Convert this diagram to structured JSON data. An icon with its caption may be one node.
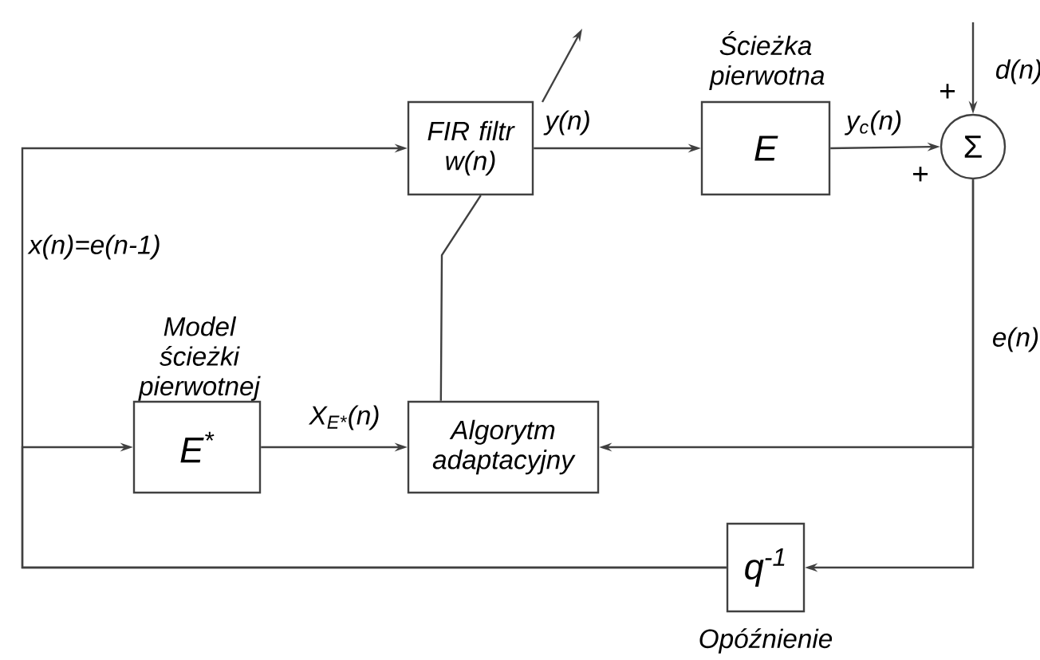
{
  "diagram": {
    "nodes": [
      {
        "text": [
          "FIR filtr w(n)"
        ]
      },
      {
        "text": [
          "E"
        ],
        "beside": [
          "Ścieżka pierwotna"
        ]
      },
      {
        "text": [
          "Σ"
        ]
      },
      {
        "text": [
          "E$^{*}$"
        ],
        "beside": [
          "Model ścieżki pierwotnej"
        ]
      },
      {
        "text": [
          "Algorytm adaptacyjny"
        ]
      },
      {
        "text": [
          "q$^{-1}$"
        ],
        "beside": [
          "Opóźnienie"
        ]
      }
    ],
    "edges": [
      {
        "from": 0,
        "to": 1,
        "arrow": "to",
        "label": "y(n)"
      },
      {
        "from": 1,
        "to": 2,
        "arrow": "to",
        "label": "y$_{c}$(n)"
      },
      {
        "from": null,
        "to": 2,
        "arrow": "to",
        "label": "d(n)"
      },
      {
        "from": 2,
        "to": 4,
        "arrow": "to",
        "label": "e(n)"
      },
      {
        "from": 2,
        "to": 5,
        "arrow": "to"
      },
      {
        "from": 5,
        "to": 0,
        "arrow": "to"
      },
      {
        "from": 5,
        "to": 3,
        "arrow": "to"
      },
      {
        "from": 3,
        "to": 4,
        "arrow": "to",
        "label": "X$_{E*}$(n)"
      },
      {
        "from": 4,
        "to": 0,
        "arrow": "none"
      }
    ],
    "labels": [
      "x(n)=e(n-1)",
      "+",
      "+"
    ]
  }
}
